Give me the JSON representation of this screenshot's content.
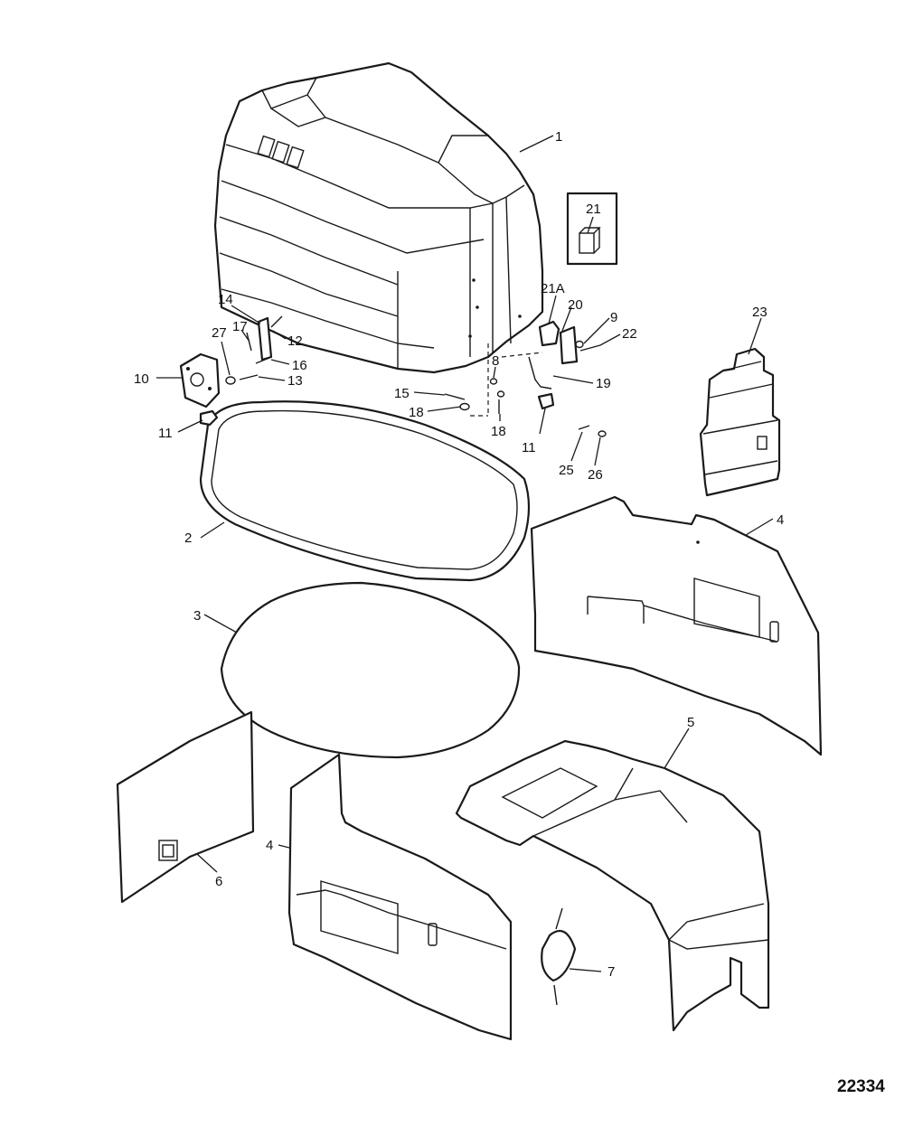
{
  "figure_number": "22334",
  "callouts": {
    "c1": "1",
    "c2": "2",
    "c3": "3",
    "c4a": "4",
    "c4b": "4",
    "c5": "5",
    "c6": "6",
    "c7": "7",
    "c8": "8",
    "c9": "9",
    "c10": "10",
    "c11a": "11",
    "c11b": "11",
    "c12": "12",
    "c13": "13",
    "c14": "14",
    "c15": "15",
    "c16": "16",
    "c17": "17",
    "c18a": "18",
    "c18b": "18",
    "c19": "19",
    "c20": "20",
    "c21": "21",
    "c21a": "21A",
    "c22": "22",
    "c23": "23",
    "c25": "25",
    "c26": "26",
    "c27": "27"
  }
}
